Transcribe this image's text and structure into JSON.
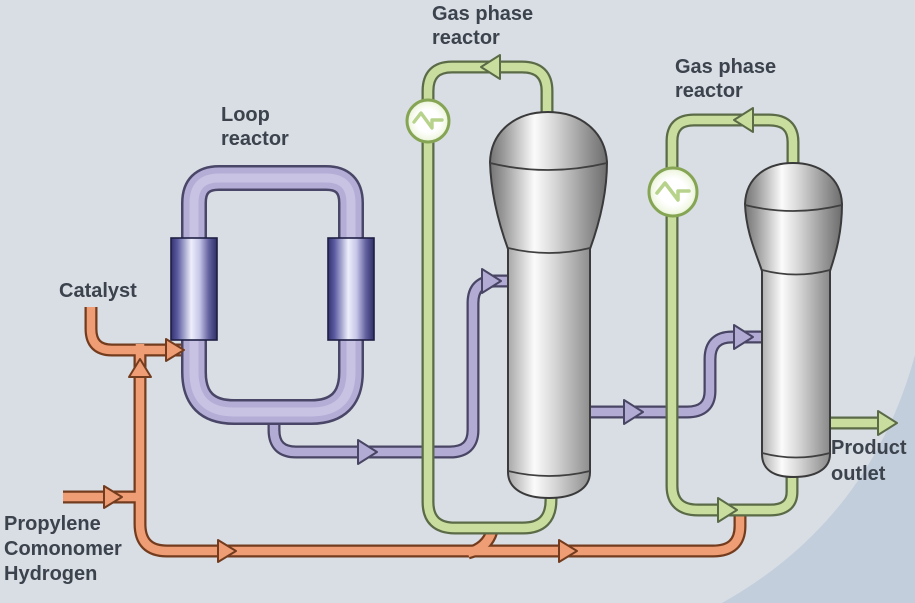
{
  "diagram": {
    "kind": "polypropylene-process-flow-diagram",
    "labels": {
      "gas_phase_reactor_1": {
        "line1": "Gas phase",
        "line2": "reactor"
      },
      "gas_phase_reactor_2": {
        "line1": "Gas phase",
        "line2": "reactor"
      },
      "loop_reactor": {
        "line1": "Loop",
        "line2": "reactor"
      },
      "catalyst": "Catalyst",
      "feed": {
        "line1": "Propylene",
        "line2": "Comonomer",
        "line3": "Hydrogen"
      },
      "product_outlet": {
        "line1": "Product",
        "line2": "outlet"
      }
    },
    "colors": {
      "background": "#d9dee4",
      "background_swoosh": "#c2cedb",
      "feed_stream_fill": "#ef9d74",
      "feed_stream_border": "#743c1e",
      "slurry_stream_fill": "#b2acd5",
      "slurry_stream_border": "#494564",
      "gas_stream_fill": "#c9de9e",
      "gas_stream_border": "#5b6a47",
      "heat_exchanger_fill": "#fcfef8",
      "heat_exchanger_border": "#85a554",
      "vessel_highlight": "#fbfbfb",
      "vessel_shadow": "#6d6d6d",
      "loop_cylinder_dark": "#33336f",
      "text": "#3c434d"
    },
    "icons": {
      "heat_exchanger_1": "heat-exchanger-icon",
      "heat_exchanger_2": "heat-exchanger-icon"
    }
  }
}
